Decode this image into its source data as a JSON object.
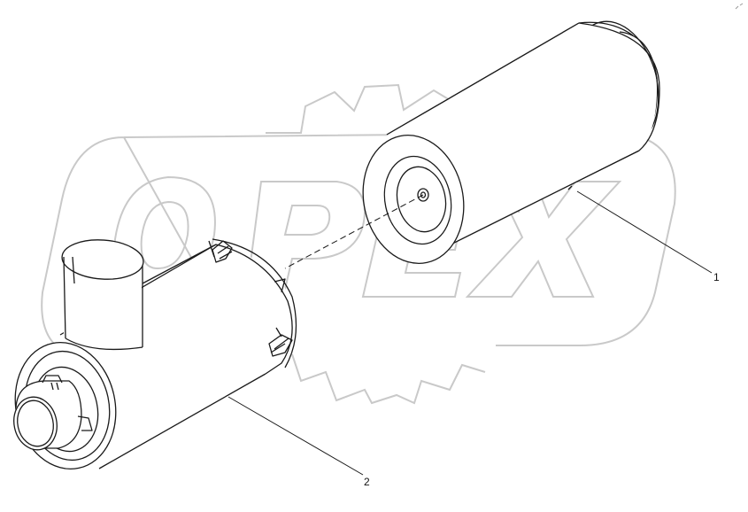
{
  "diagram": {
    "callouts": [
      {
        "number": "1"
      },
      {
        "number": "2"
      }
    ],
    "watermark_text": "OPEX",
    "colors": {
      "line": "#1a1a1a",
      "watermark": "#c9c9c9",
      "background": "#ffffff"
    },
    "icons": [
      "gear-watermark"
    ]
  }
}
